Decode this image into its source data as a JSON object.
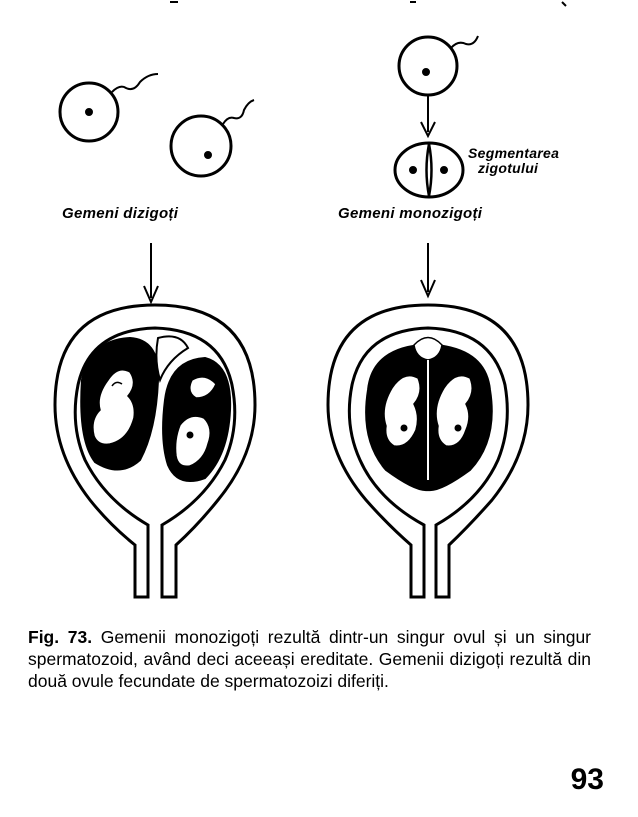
{
  "labels": {
    "dizygotic": "Gemeni dizigoți",
    "monozygotic": "Gemeni monozigoți",
    "segmentation_line1": "Segmentarea",
    "segmentation_line2": "zigotului"
  },
  "caption": {
    "fig_ref": "Fig. 73.",
    "text": " Gemenii monozigoți rezultă dintr-un singur ovul și un singur spermatozoid, având deci aceeași ereditate. Gemenii dizigoți rezultă din două ovule fecundate de spermatozoizi diferiți."
  },
  "page_number": "93",
  "colors": {
    "ink": "#000000",
    "paper": "#ffffff"
  }
}
